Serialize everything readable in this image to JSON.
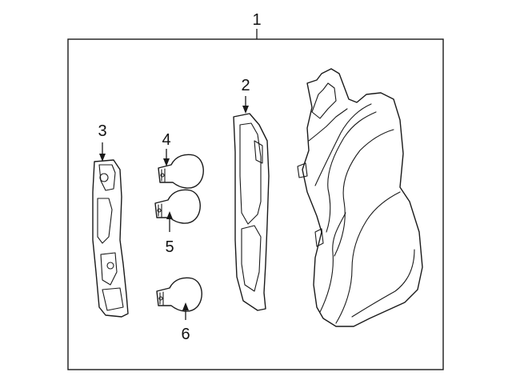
{
  "callouts": {
    "assembly": "1",
    "lens_gasket": "2",
    "bulb_socket_panel": "3",
    "bulb_upper": "4",
    "bulb_middle": "5",
    "bulb_lower": "6"
  }
}
